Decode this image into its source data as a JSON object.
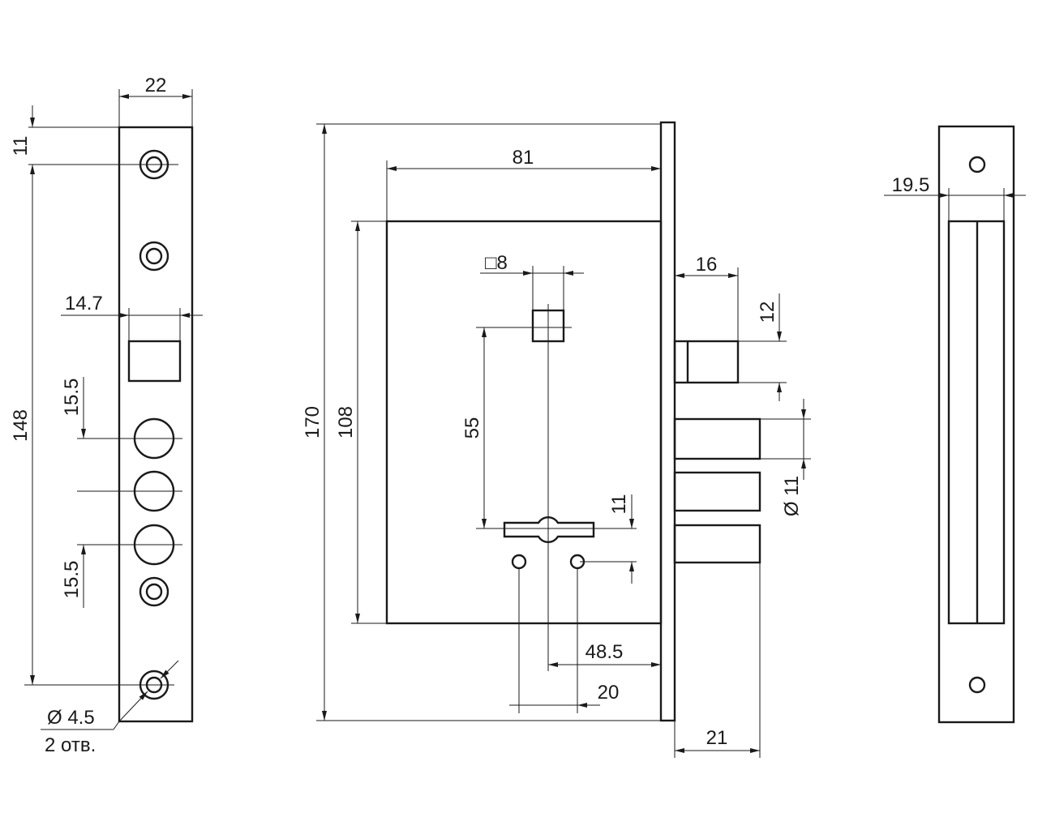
{
  "left_view": {
    "width": "22",
    "top_offset": "11",
    "hole_spacing": "148",
    "square_offset": "14.7",
    "spacing_top": "15.5",
    "spacing_bottom": "15.5",
    "hole_diameter": "Ø 4.5",
    "hole_count": "2 отв."
  },
  "front_view": {
    "height": "170",
    "body_width": "81",
    "body_height": "108",
    "spindle": "□8",
    "center_distance": "55",
    "key_offset": "11",
    "backset": "48.5",
    "hole_spacing": "20",
    "latch_projection": "16",
    "latch_height": "12",
    "bolt_diameter": "Ø 11",
    "bolt_projection": "21"
  },
  "right_view": {
    "width": "19.5"
  }
}
